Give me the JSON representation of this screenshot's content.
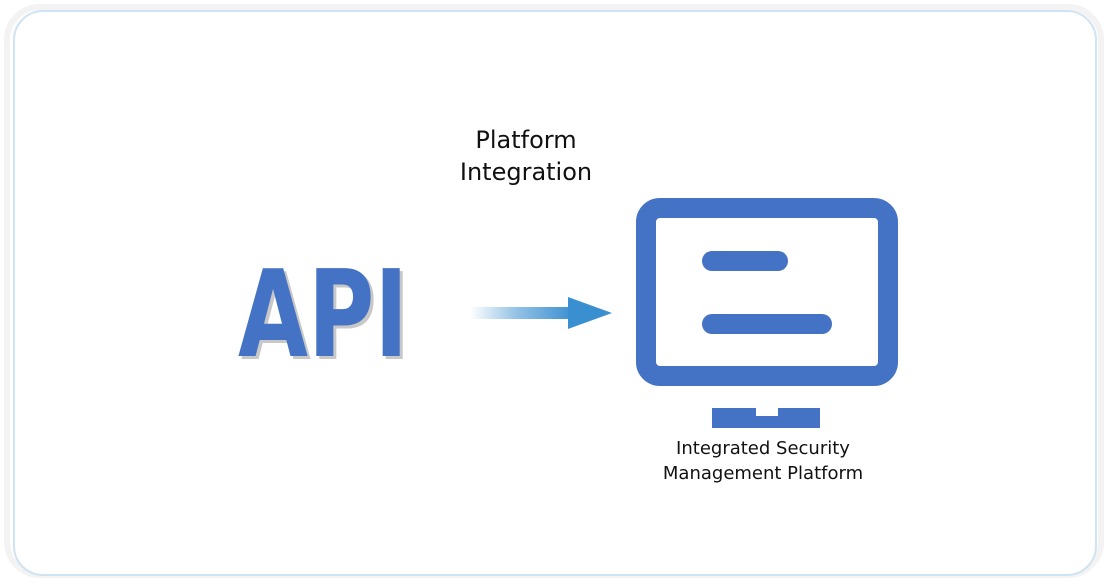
{
  "diagram": {
    "api_node": {
      "text": "API",
      "color": "#4472c4",
      "shadow_color": "#c8c8c8"
    },
    "edge": {
      "label": "Platform\nIntegration",
      "arrow_color": "#3a8fd0"
    },
    "platform_node": {
      "icon": "monitor-icon",
      "icon_color": "#4472c4",
      "label": "Integrated Security\nManagement Platform"
    },
    "frame": {
      "border_color": "#cfe3f3",
      "outer_border_color": "#f3f3f3"
    }
  }
}
